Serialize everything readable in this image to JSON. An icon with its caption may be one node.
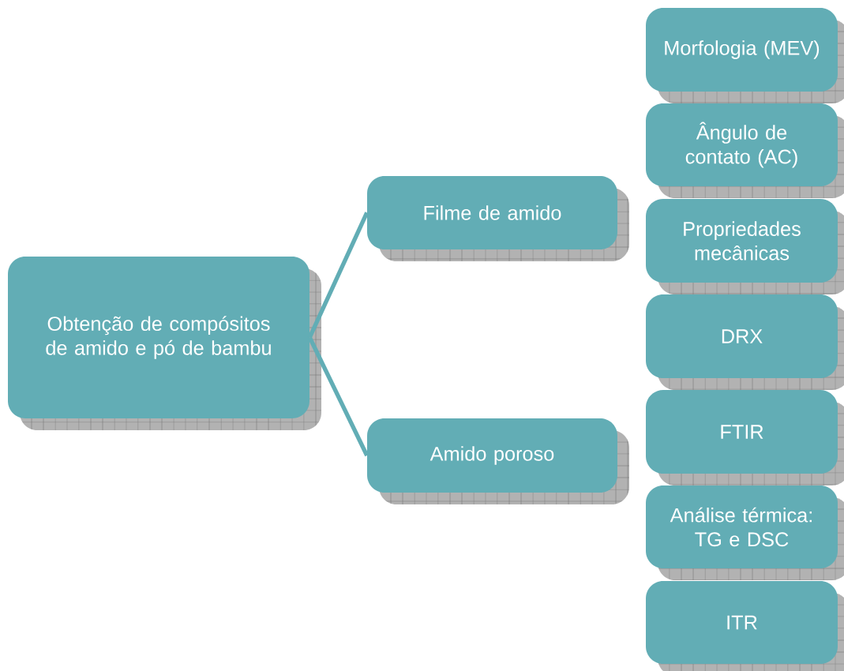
{
  "diagram": {
    "nodes": [
      {
        "text": [
          "Obtenção de compósitos de amido e pó de bambu"
        ]
      },
      {
        "text": [
          "Filme de amido"
        ]
      },
      {
        "text": [
          "Amido poroso"
        ]
      },
      {
        "text": [
          "Morfologia (MEV)"
        ]
      },
      {
        "text": [
          "Ângulo de contato (AC)"
        ]
      },
      {
        "text": [
          "Propriedades mecânicas"
        ]
      },
      {
        "text": [
          "DRX"
        ]
      },
      {
        "text": [
          "FTIR"
        ]
      },
      {
        "text": [
          "Análise térmica: TG e DSC"
        ]
      },
      {
        "text": [
          "ITR"
        ]
      }
    ],
    "edges": [
      {
        "from": 0,
        "to": 1,
        "arrow": "none"
      },
      {
        "from": 0,
        "to": 2,
        "arrow": "none"
      }
    ]
  }
}
